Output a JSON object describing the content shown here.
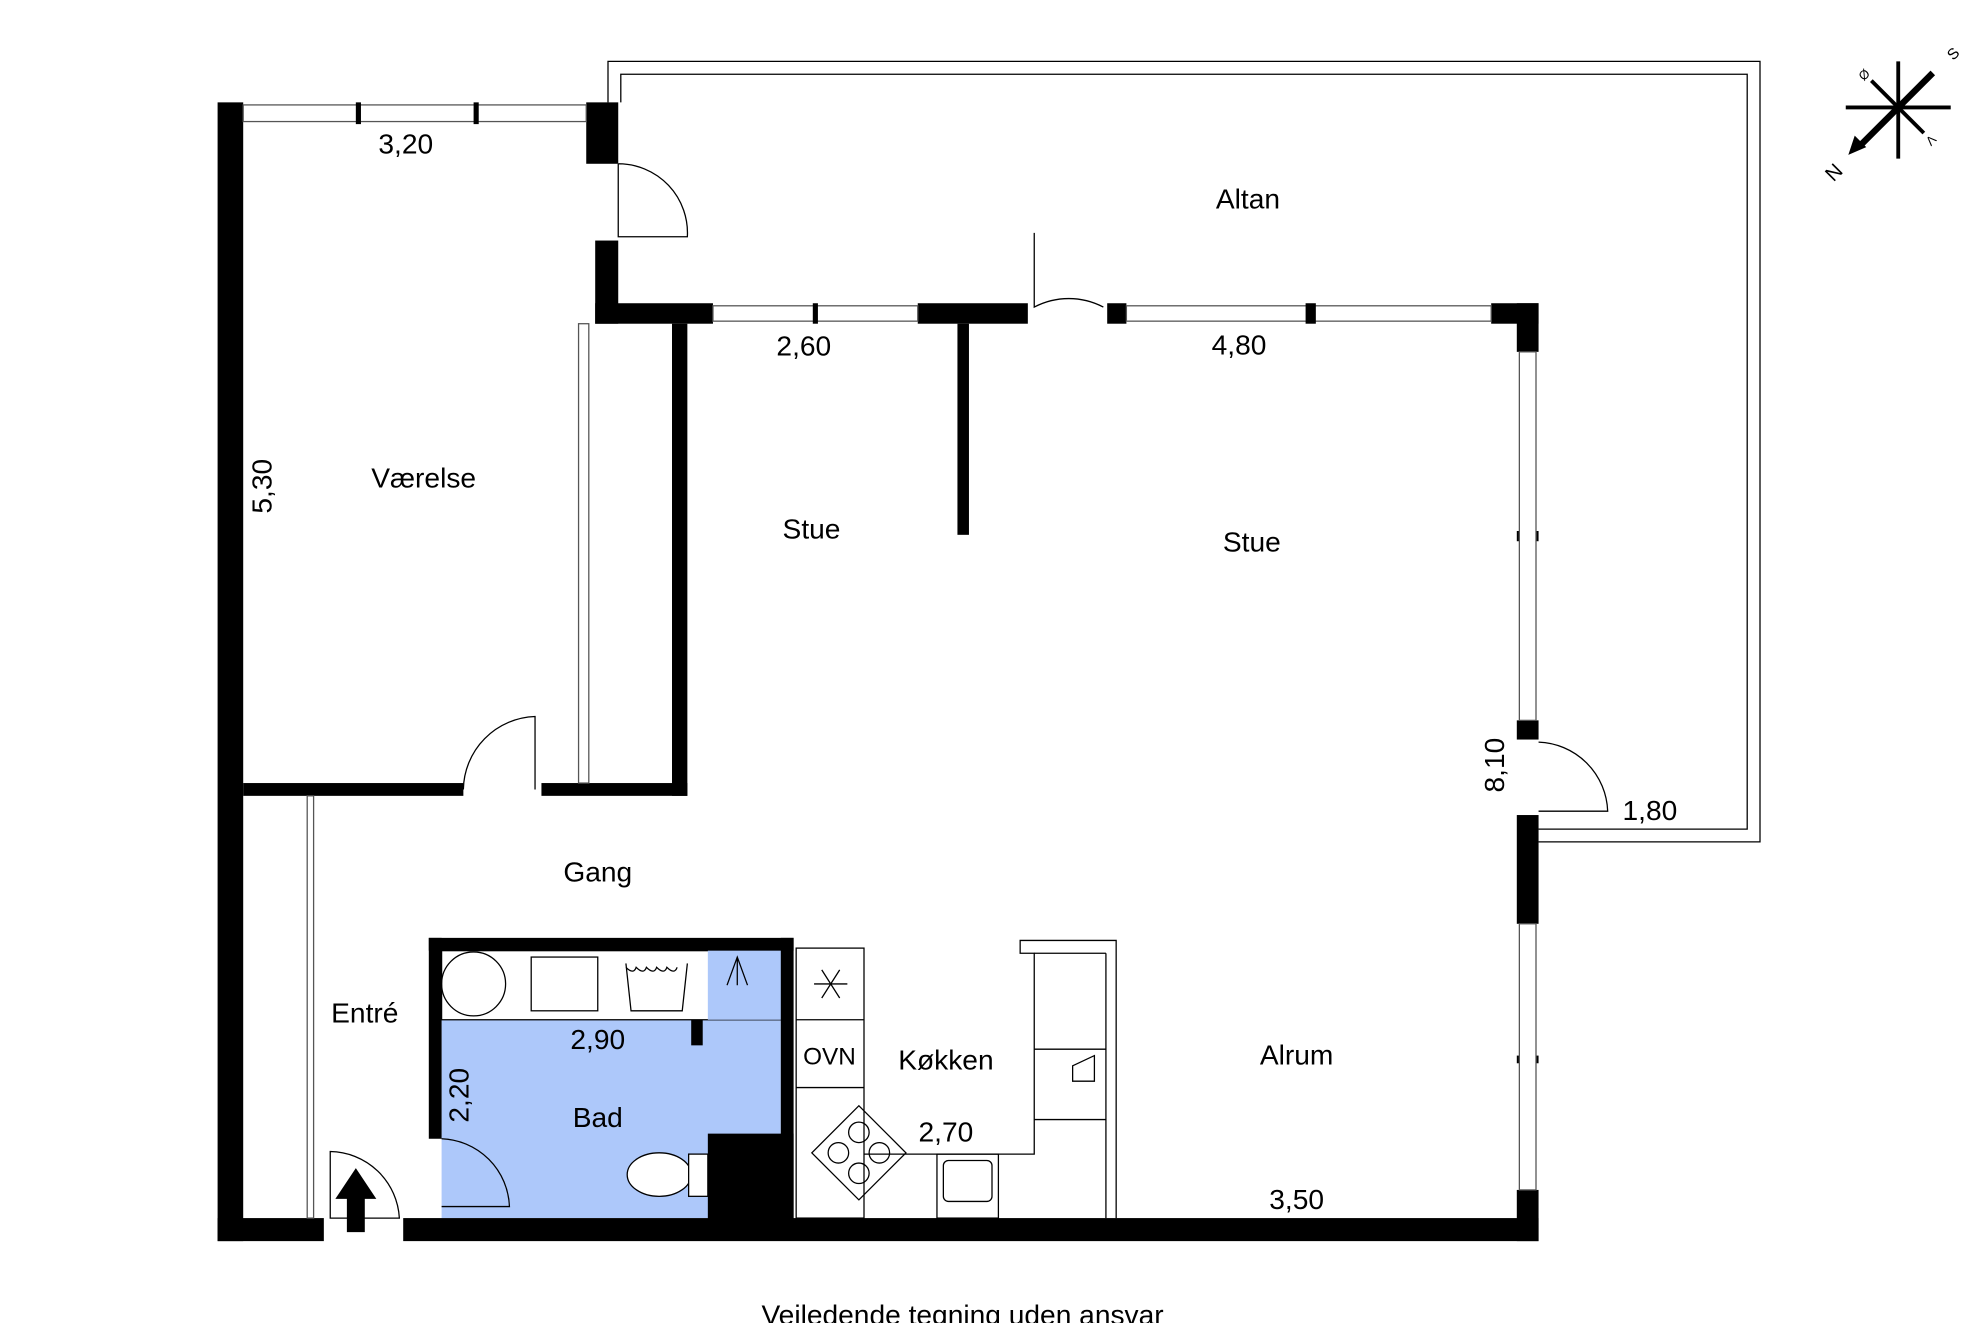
{
  "rooms": {
    "altan": "Altan",
    "vaerelse": "Værelse",
    "stue_left": "Stue",
    "stue_right": "Stue",
    "gang": "Gang",
    "entre": "Entré",
    "bad": "Bad",
    "kokken": "Køkken",
    "alrum": "Alrum"
  },
  "dimensions": {
    "vaerelse_width": "3,20",
    "vaerelse_depth": "5,30",
    "stue_left_width": "2,60",
    "stue_right_width": "4,80",
    "stue_depth": "8,10",
    "altan_depth": "1,80",
    "bad_width": "2,90",
    "bad_depth": "2,20",
    "kokken_width": "2,70",
    "alrum_width": "3,50"
  },
  "appliances": {
    "oven": "OVN"
  },
  "compass": {
    "n": "N",
    "s": "S",
    "o": "Ø",
    "v": "V"
  },
  "caption": "Vejledende tegning uden ansvar",
  "colors": {
    "bathroom": "#adc8fa",
    "wall": "#000000"
  }
}
